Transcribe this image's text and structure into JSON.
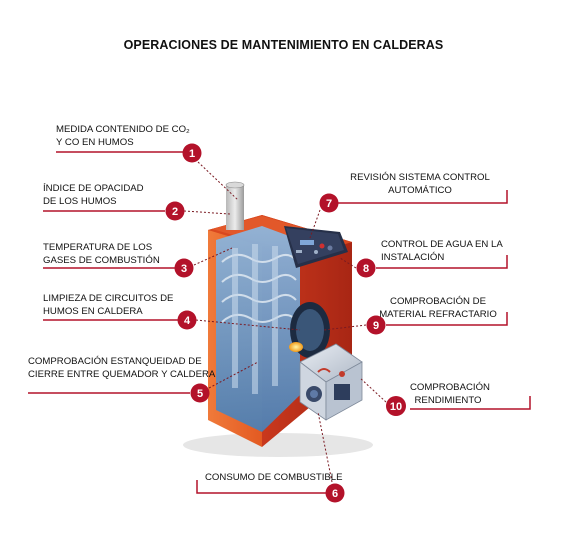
{
  "title": "OPERACIONES DE MANTENIMIENTO EN CALDERAS",
  "colors": {
    "accent": "#b3122a",
    "boiler_orange": "#e8642a",
    "boiler_red": "#c8331c",
    "panel_dark": "#2b3550",
    "water_blue": "#5f8fc0"
  },
  "items": [
    {
      "number": "1",
      "lines": [
        "MEDIDA CONTENIDO DE CO₂",
        "Y CO EN HUMOS"
      ]
    },
    {
      "number": "2",
      "lines": [
        "ÍNDICE DE OPACIDAD",
        "DE LOS HUMOS"
      ]
    },
    {
      "number": "3",
      "lines": [
        "TEMPERATURA DE LOS",
        "GASES DE COMBUSTIÓN"
      ]
    },
    {
      "number": "4",
      "lines": [
        "LIMPIEZA DE CIRCUITOS DE",
        "HUMOS EN CALDERA"
      ]
    },
    {
      "number": "5",
      "lines": [
        "COMPROBACIÓN ESTANQUEIDAD DE",
        "CIERRE ENTRE QUEMADOR Y CALDERA"
      ]
    },
    {
      "number": "6",
      "lines": [
        "CONSUMO DE COMBUSTIBLE"
      ]
    },
    {
      "number": "7",
      "lines": [
        "REVISIÓN SISTEMA CONTROL",
        "AUTOMÁTICO"
      ]
    },
    {
      "number": "8",
      "lines": [
        "CONTROL DE AGUA EN LA",
        "INSTALACIÓN"
      ]
    },
    {
      "number": "9",
      "lines": [
        "COMPROBACIÓN DE",
        "MATERIAL REFRACTARIO"
      ]
    },
    {
      "number": "10",
      "lines": [
        "COMPROBACIÓN",
        "RENDIMIENTO"
      ]
    }
  ]
}
